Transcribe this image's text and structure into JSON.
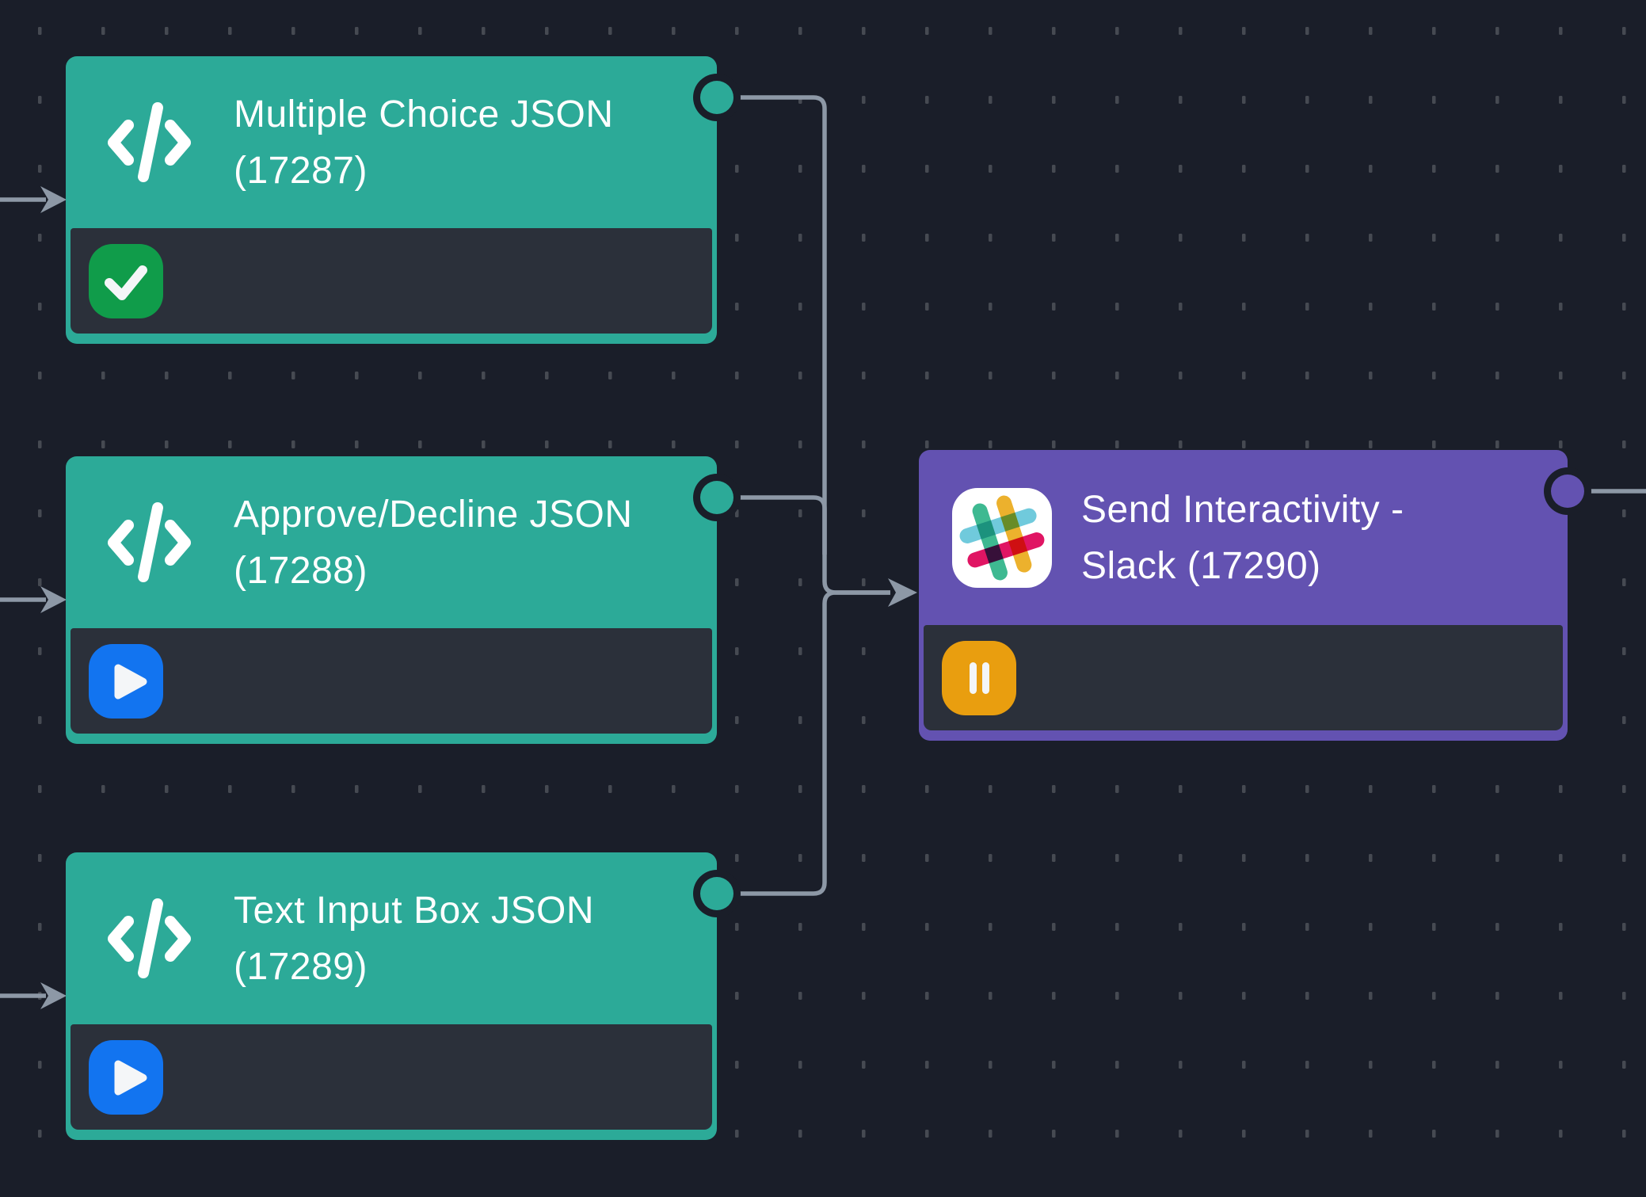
{
  "canvas": {
    "background": "#1a1e29",
    "grid_dot_color": "#464a52",
    "connector_color": "#8d98a6"
  },
  "nodes": [
    {
      "key": "multiple-choice-json",
      "title_lines": [
        "Multiple Choice JSON",
        "(17287)"
      ],
      "icon": "code-icon",
      "accent_color": "#2caa98",
      "body_color": "#2b303a",
      "status": {
        "icon": "check-icon",
        "color": "#109c4a"
      }
    },
    {
      "key": "approve-decline-json",
      "title_lines": [
        "Approve/Decline JSON",
        "(17288)"
      ],
      "icon": "code-icon",
      "accent_color": "#2caa98",
      "body_color": "#2b303a",
      "status": {
        "icon": "play-icon",
        "color": "#1274f0"
      }
    },
    {
      "key": "text-input-box-json",
      "title_lines": [
        "Text Input Box JSON",
        "(17289)"
      ],
      "icon": "code-icon",
      "accent_color": "#2caa98",
      "body_color": "#2b303a",
      "status": {
        "icon": "pause-icon",
        "color": "#1274f0"
      }
    },
    {
      "key": "send-interactivity-slack",
      "title_lines": [
        "Send Interactivity -",
        "Slack (17290)"
      ],
      "icon": "slack-icon",
      "accent_color": "#6352b1",
      "body_color": "#2b303a",
      "status": {
        "icon": "pause-icon",
        "color": "#e99e0f"
      }
    }
  ],
  "slack_logo_colors": {
    "blue": "#70cadc",
    "pink": "#e01563",
    "teal": "#3eb991",
    "yellow": "#ecb12d"
  }
}
